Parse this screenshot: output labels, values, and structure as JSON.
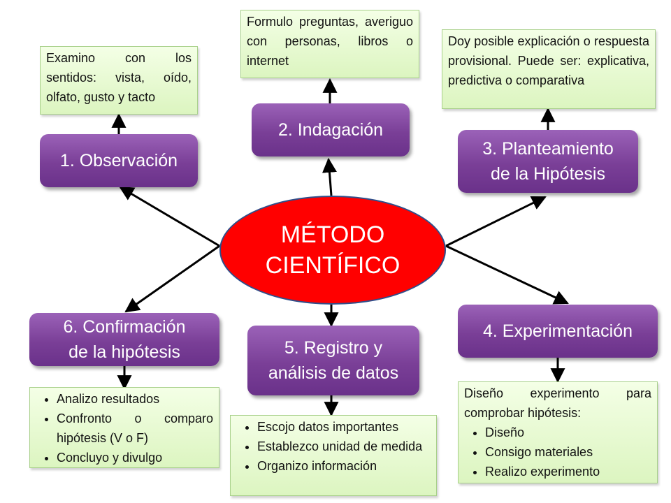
{
  "center": {
    "line1": "MÉTODO",
    "line2": "CIENTÍFICO"
  },
  "steps": {
    "observacion": "1. Observación",
    "indagacion": "2. Indagación",
    "hipotesis_l1": "3. Planteamiento",
    "hipotesis_l2": "de la Hipótesis",
    "experimentacion": "4. Experimentación",
    "registro_l1": "5. Registro y",
    "registro_l2": "análisis de datos",
    "confirmacion_l1": "6. Confirmación",
    "confirmacion_l2": "de la hipótesis"
  },
  "notes": {
    "observacion": "Examino con los sentidos: vista, oído, olfato, gusto y tacto",
    "indagacion": "Formulo preguntas, averiguo con personas, libros o internet",
    "hipotesis": "Doy posible explicación o respuesta provisional. Puede ser: explicativa, predictiva o comparativa",
    "experimentacion_intro": "Diseño experimento para comprobar hipótesis:",
    "experimentacion_items": [
      "Diseño",
      "Consigo materiales",
      "Realizo experimento"
    ],
    "registro_items": [
      "Escojo datos importantes",
      "Establezco unidad de medida",
      "Organizo información"
    ],
    "confirmacion_items": [
      "Analizo resultados",
      "Confronto o comparo hipótesis (V o F)",
      "Concluyo y divulgo"
    ]
  },
  "colors": {
    "center_fill": "#ff0000",
    "node_fill": "#7a3f97",
    "note_fill": "#e6f9d2",
    "arrow": "#000000"
  }
}
